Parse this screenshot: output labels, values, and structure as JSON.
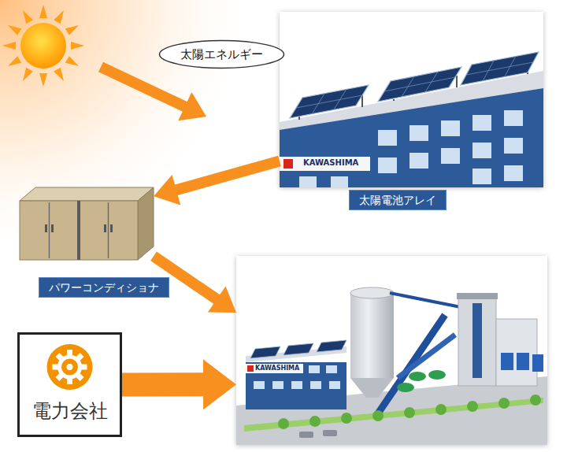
{
  "diagram": {
    "nodes": [
      {
        "text": [
          "太陽エネルギー"
        ]
      },
      {
        "text": [
          "KAWASHIMA",
          "太陽電池アレイ"
        ]
      },
      {
        "text": [
          "パワーコンディショナ"
        ]
      },
      {
        "text": [
          "電力会社"
        ]
      },
      {
        "text": [
          "KAWASHIMA"
        ]
      }
    ],
    "edges": [
      {
        "from": 1,
        "to": 2,
        "arrow": "to"
      },
      {
        "from": 2,
        "to": 4,
        "arrow": "to"
      },
      {
        "from": 3,
        "to": 4,
        "arrow": "to"
      }
    ]
  }
}
